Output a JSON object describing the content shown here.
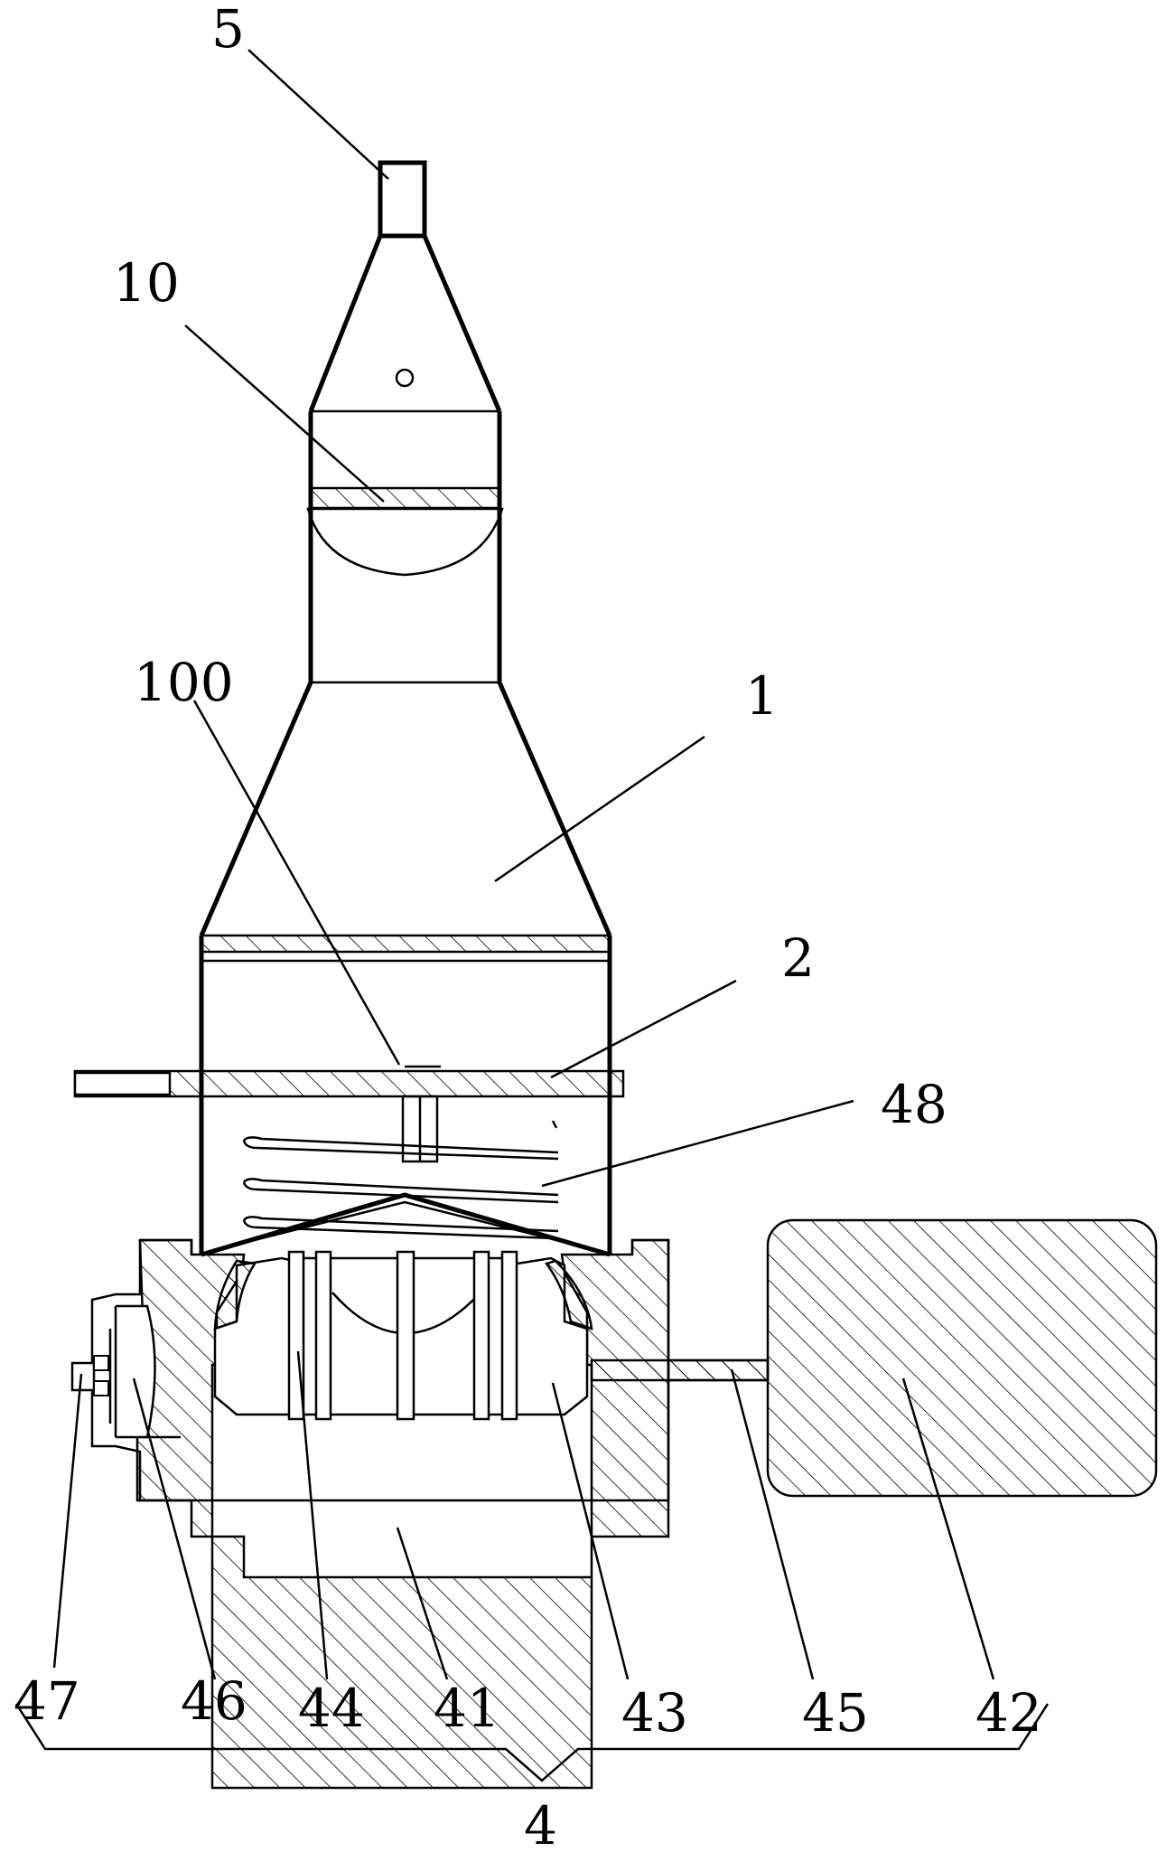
{
  "labels": {
    "n5": "5",
    "n10": "10",
    "n100": "100",
    "n1": "1",
    "n2": "2",
    "n48": "48",
    "n47": "47",
    "n46": "46",
    "n44": "44",
    "n41": "41",
    "n43": "43",
    "n45": "45",
    "n42": "42",
    "n4": "4"
  }
}
